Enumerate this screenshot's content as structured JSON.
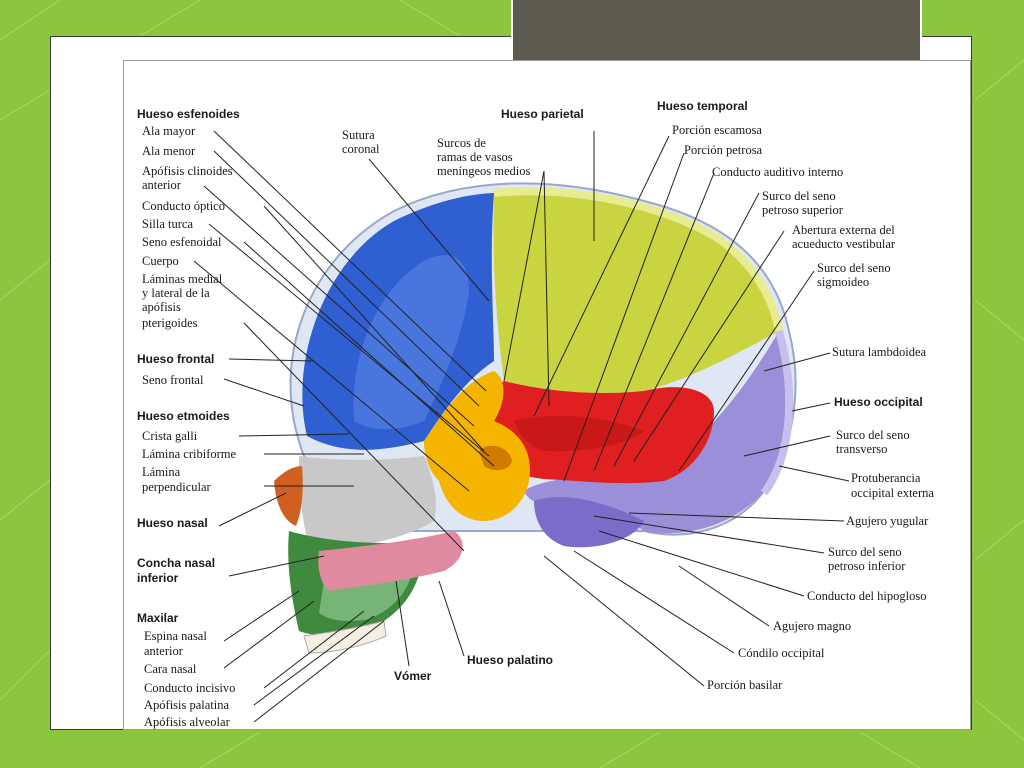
{
  "colors": {
    "background": "#8cc63f",
    "title_box": "#5e5a50",
    "esfenoides": "#f5b400",
    "parietal": "#c8d440",
    "frontal": "#2f5fd0",
    "temporal": "#e02020",
    "occipital": "#9a8fd8",
    "etmoides": "#b8b8b8",
    "nasal": "#d06020",
    "maxilar": "#3f8a3f",
    "vomer": "#e08aa0"
  },
  "labels": {
    "esfenoides": {
      "header": "Hueso esfenoides",
      "ala_mayor": "Ala mayor",
      "ala_menor": "Ala menor",
      "apofisis_1": "Apófisis clinoides",
      "apofisis_2": "anterior",
      "conducto_optico": "Conducto óptico",
      "silla_turca": "Silla turca",
      "seno_esfenoidal": "Seno esfenoidal",
      "cuerpo": "Cuerpo",
      "laminas_1": "Láminas medial",
      "laminas_2": "y lateral de la",
      "laminas_3": "apófisis",
      "laminas_4": "pterigoides"
    },
    "frontal": {
      "header": "Hueso frontal",
      "seno": "Seno frontal"
    },
    "etmoides": {
      "header": "Hueso etmoides",
      "crista": "Crista galli",
      "cribiforme": "Lámina cribiforme",
      "perp_1": "Lámina",
      "perp_2": "perpendicular"
    },
    "nasal": "Hueso nasal",
    "concha_1": "Concha nasal",
    "concha_2": "inferior",
    "maxilar": {
      "header": "Maxilar",
      "espina_1": "Espina nasal",
      "espina_2": "anterior",
      "cara": "Cara nasal",
      "incisivo": "Conducto incisivo",
      "palatina": "Apófisis palatina",
      "alveolar": "Apófisis alveolar"
    },
    "vomer": "Vómer",
    "palatino": "Hueso palatino",
    "sutura_coronal_1": "Sutura",
    "sutura_coronal_2": "coronal",
    "surcos_1": "Surcos de",
    "surcos_2": "ramas de vasos",
    "surcos_3": "meníngeos medios",
    "parietal": "Hueso parietal",
    "temporal": {
      "header": "Hueso temporal",
      "escamosa": "Porción escamosa",
      "petrosa": "Porción petrosa",
      "auditivo": "Conducto auditivo interno",
      "surco_sup_1": "Surco del seno",
      "surco_sup_2": "petroso superior",
      "abertura_1": "Abertura externa del",
      "abertura_2": "acueducto vestibular",
      "sigmoideo_1": "Surco del seno",
      "sigmoideo_2": "sigmoideo"
    },
    "lambdoidea": "Sutura lambdoidea",
    "occipital": {
      "header": "Hueso occipital",
      "transverso_1": "Surco del seno",
      "transverso_2": "transverso",
      "protuberancia_1": "Protuberancia",
      "protuberancia_2": "occipital externa",
      "yugular": "Agujero yugular",
      "petroso_inf_1": "Surco del seno",
      "petroso_inf_2": "petroso inferior",
      "hipogloso": "Conducto del hipogloso",
      "magno": "Agujero magno",
      "condilo": "Cóndilo occipital",
      "basilar": "Porción basilar"
    }
  }
}
